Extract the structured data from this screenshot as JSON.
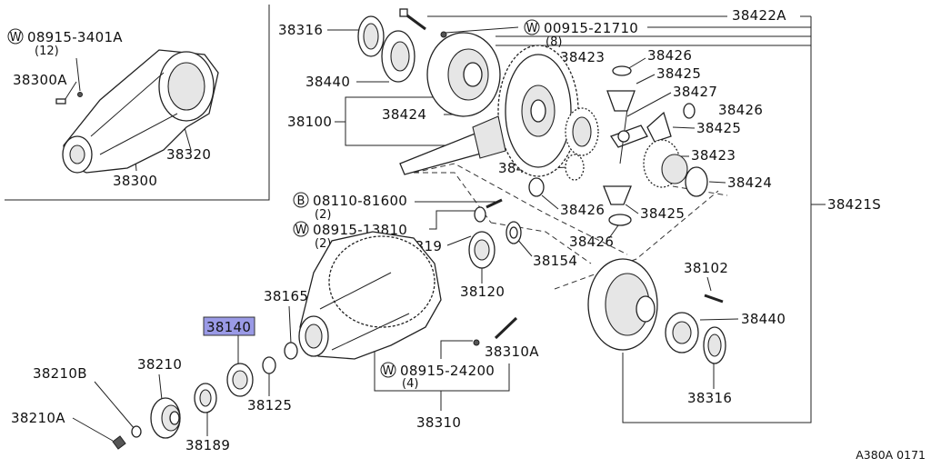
{
  "highlight_color": "#9a9ae6",
  "diagram_code": "A380A 0171",
  "inset": {
    "callout": {
      "symbol": "W",
      "number": "08915-3401A",
      "qty": "(12)"
    },
    "labels": {
      "p38300A": "38300A",
      "p38320": "38320",
      "p38300": "38300"
    }
  },
  "callouts": {
    "c00915": {
      "symbol": "W",
      "number": "00915-21710",
      "qty": "(8)"
    },
    "c08110": {
      "symbol": "B",
      "number": "08110-81600",
      "qty": "(2)"
    },
    "c08915_13810": {
      "symbol": "W",
      "number": "08915-13810",
      "qty": "(2)"
    },
    "c08915_24200": {
      "symbol": "W",
      "number": "08915-24200",
      "qty": "(4)"
    }
  },
  "parts": {
    "p38422A": "38422A",
    "p38316_top": "38316",
    "p38440_top": "38440",
    "p38100": "38100",
    "p38423_top": "38423",
    "p38426_a": "38426",
    "p38425_a": "38425",
    "p38427": "38427",
    "p38424_mid": "38424",
    "p38426_b": "38426",
    "p38425_b": "38425",
    "p38423_right": "38423",
    "p38425_c": "38425",
    "p38424_right": "38424",
    "p38426_c": "38426",
    "p38425_d": "38425",
    "p38426_d": "38426",
    "p38421S": "38421S",
    "p38319": "38319",
    "p38154": "38154",
    "p38120": "38120",
    "p38102": "38102",
    "p38165": "38165",
    "p38140": "38140",
    "p38440_bottom": "38440",
    "p38310A": "38310A",
    "p38210B": "38210B",
    "p38210": "38210",
    "p38125": "38125",
    "p38316_bottom": "38316",
    "p38210A": "38210A",
    "p38189": "38189",
    "p38310": "38310"
  }
}
